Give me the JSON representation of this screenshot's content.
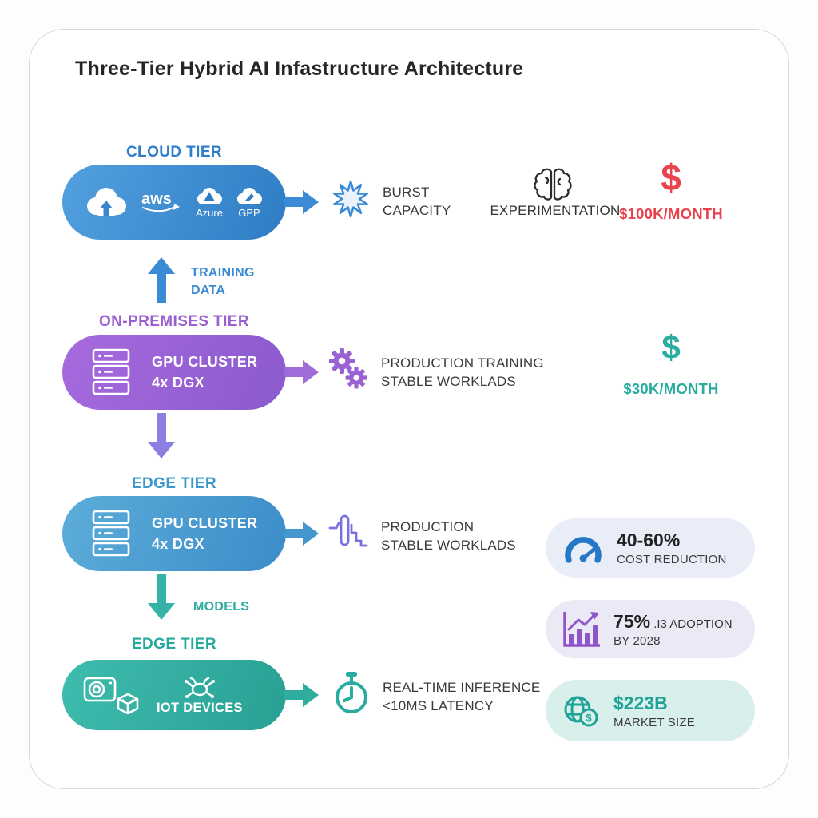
{
  "title": "Three-Tier Hybrid AI Infastructure Architecture",
  "glyphs": {
    "dollar": "$"
  },
  "colors": {
    "blue": "#3b8ad6",
    "purple": "#9a63d4",
    "teal": "#2aab9f",
    "red": "#e8444e",
    "cloud_pill": "#2e7cc4",
    "onprem_pill": "#8a5acc",
    "edge_pill": "#3c8cc9",
    "iot_pill": "#28a093"
  },
  "cloud": {
    "heading": "CLOUD TIER",
    "aws_label": "aws",
    "azure_label": "Azure",
    "gpp_label": "GPP",
    "benefit1": "BURST",
    "benefit2": "CAPACITY",
    "experimentation": "EXPERIMENTATION",
    "cost": "$100K/MONTH"
  },
  "flows": {
    "training1": "TRAINING",
    "training2": "DATA",
    "models": "MODELS"
  },
  "onprem": {
    "heading": "ON-PREMISES TIER",
    "line1": "GPU CLUSTER",
    "line2": "4x DGX",
    "benefit1": "PRODUCTION TRAINING",
    "benefit2": "STABLE WORKLADS",
    "cost": "$30K/MONTH"
  },
  "edge": {
    "heading": "EDGE TIER",
    "line1": "GPU CLUSTER",
    "line2": "4x DGX",
    "benefit1": "PRODUCTION",
    "benefit2": "STABLE WORKLADS"
  },
  "iot": {
    "heading": "EDGE TIER",
    "label": "IOT DEVICES",
    "benefit1": "REAL-TIME INFERENCE",
    "benefit2": "<10MS LATENCY"
  },
  "stats": [
    {
      "value": "40-60%",
      "suffix": "",
      "label": "COST REDUCTION"
    },
    {
      "value": "75%",
      "suffix": " .I3 ADOPTION",
      "label": "BY 2028"
    },
    {
      "value": "$223B",
      "suffix": "",
      "label": "MARKET SIZE"
    }
  ]
}
